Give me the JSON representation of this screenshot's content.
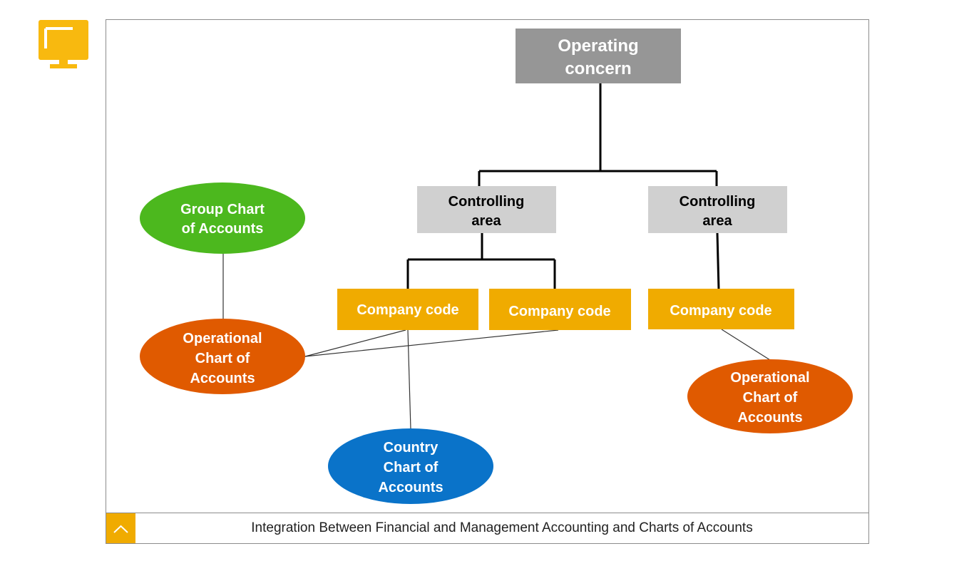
{
  "colors": {
    "gray_dark": "#969696",
    "gray_light": "#d0d0d0",
    "gold": "#f0ab00",
    "green": "#4cb81e",
    "orange": "#e05a00",
    "blue": "#0a73c9",
    "monitor": "#f8b90f"
  },
  "diagram": {
    "operating_concern": [
      "Operating",
      "concern"
    ],
    "controlling_area_1": [
      "Controlling",
      "area"
    ],
    "controlling_area_2": [
      "Controlling",
      "area"
    ],
    "company_code_1": "Company code",
    "company_code_2": "Company code",
    "company_code_3": "Company code",
    "group_chart": [
      "Group Chart",
      "of Accounts"
    ],
    "operational_chart_1": [
      "Operational",
      "Chart of",
      "Accounts"
    ],
    "operational_chart_2": [
      "Operational",
      "Chart of",
      "Accounts"
    ],
    "country_chart": [
      "Country",
      "Chart of",
      "Accounts"
    ]
  },
  "caption": {
    "text": "Integration Between Financial and Management Accounting and Charts of Accounts",
    "toggle_icon": "chevron-up-icon"
  },
  "header": {
    "icon": "monitor-icon"
  }
}
